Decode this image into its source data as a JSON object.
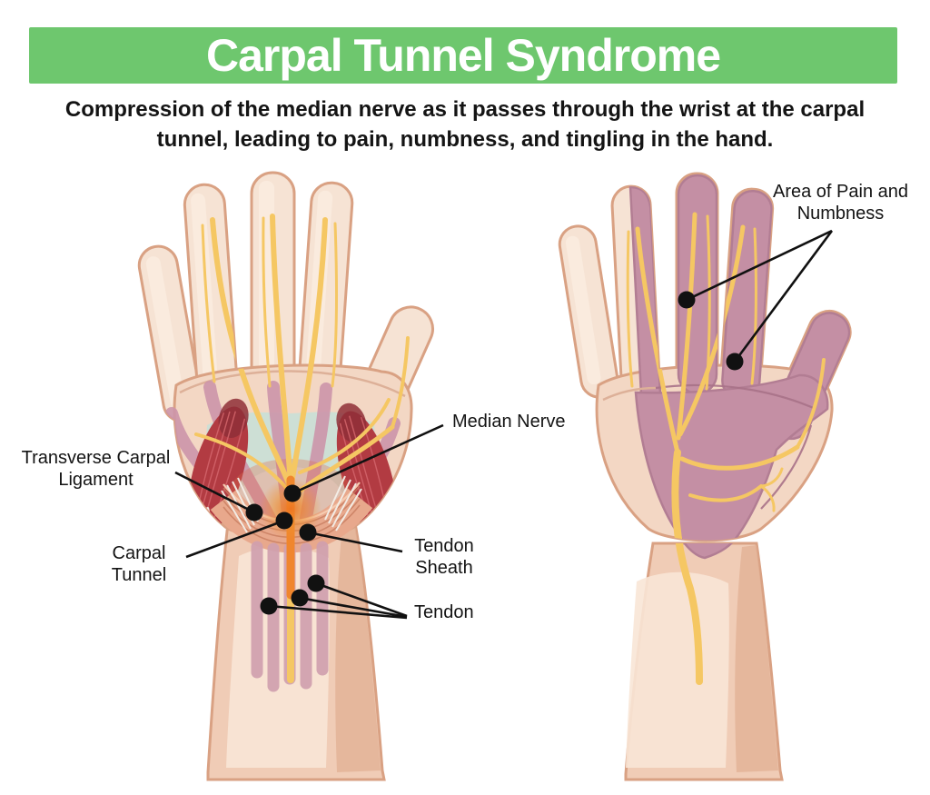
{
  "header": {
    "title": "Carpal Tunnel Syndrome",
    "subtitle": "Compression of the median nerve as it passes through the wrist at the carpal tunnel, leading to pain, numbness, and tingling in the hand."
  },
  "labels": {
    "transverse_carpal_ligament": "Transverse Carpal Ligament",
    "carpal_tunnel": "Carpal Tunnel",
    "median_nerve": "Median Nerve",
    "tendon_sheath": "Tendon Sheath",
    "tendon": "Tendon",
    "area_of_pain": "Area of Pain and Numbness"
  },
  "colors": {
    "banner-green": "#6ec76e",
    "title-text": "#ffffff",
    "body-text": "#141414",
    "skin-light": "#f6e3d4",
    "skin-mid": "#f3d7c4",
    "skin-shadow": "#e2b196",
    "skin-outline": "#d9a183",
    "tendon-mauve": "#cc95aa",
    "nerve-yellow": "#f5c763",
    "nerve-orange": "#f0862d",
    "muscle-red": "#b23b42",
    "ligament-salmon": "#e8a88c",
    "carpal-teal": "#cddfd5",
    "pain-mauve": "#c48fa4",
    "pain-outline": "#b27d93",
    "callout-black": "#111111"
  }
}
